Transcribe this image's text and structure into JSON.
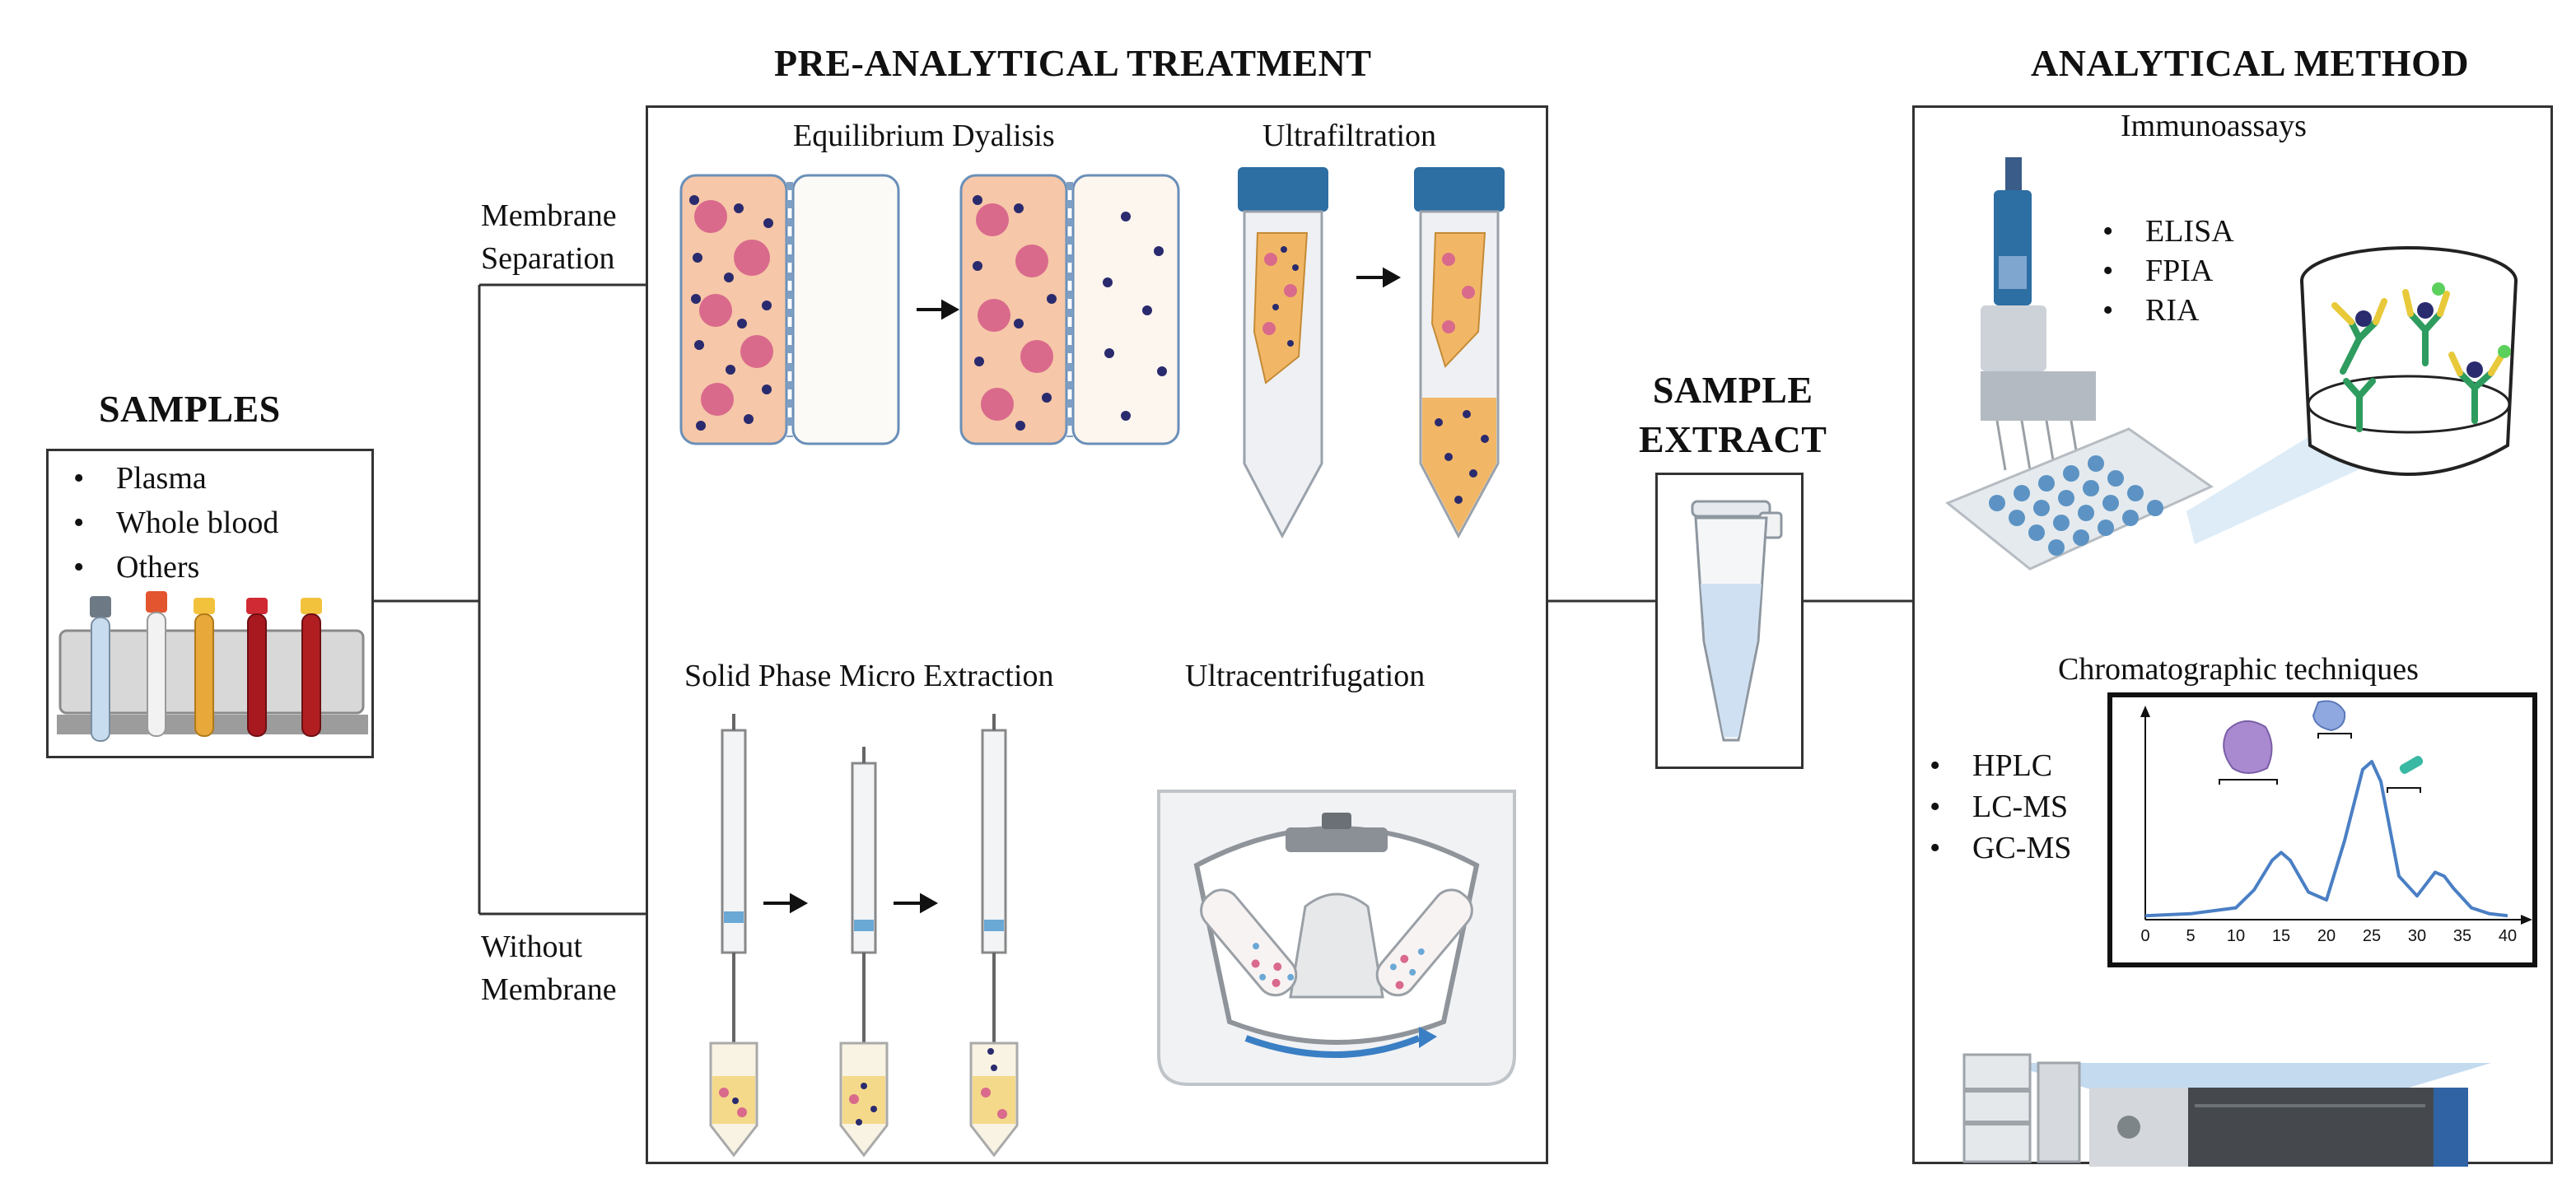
{
  "headers": {
    "pre_analytical": "PRE-ANALYTICAL TREATMENT",
    "analytical": "ANALYTICAL METHOD",
    "samples": "SAMPLES",
    "sample_extract_line1": "SAMPLE",
    "sample_extract_line2": "EXTRACT"
  },
  "samples": {
    "items": [
      "Plasma",
      "Whole blood",
      "Others"
    ]
  },
  "branches": {
    "membrane_line1": "Membrane",
    "membrane_line2": "Separation",
    "without_line1": "Without",
    "without_line2": "Membrane"
  },
  "methods": {
    "equilibrium_dialysis": "Equilibrium Dyalisis",
    "ultrafiltration": "Ultrafiltration",
    "spme": "Solid Phase Micro Extraction",
    "ultracentrifugation": "Ultracentrifugation"
  },
  "analytical": {
    "immunoassays": "Immunoassays",
    "immuno_items": [
      "ELISA",
      "FPIA",
      "RIA"
    ],
    "chromatographic": "Chromatographic techniques",
    "chrom_items": [
      "HPLC",
      "LC-MS",
      "GC-MS"
    ]
  },
  "chart_data": {
    "type": "line",
    "x_ticks": [
      "0",
      "5",
      "10",
      "15",
      "20",
      "25",
      "30",
      "35",
      "40"
    ],
    "xlim": [
      0,
      40
    ],
    "grid": false,
    "x": [
      0,
      5,
      10,
      12,
      14,
      15,
      16,
      18,
      20,
      22,
      24,
      25,
      26,
      28,
      30,
      31,
      32,
      33,
      34,
      36,
      38,
      40
    ],
    "y": [
      0.02,
      0.03,
      0.06,
      0.15,
      0.3,
      0.34,
      0.3,
      0.14,
      0.1,
      0.4,
      0.76,
      0.8,
      0.7,
      0.22,
      0.12,
      0.18,
      0.24,
      0.22,
      0.16,
      0.06,
      0.03,
      0.02
    ]
  },
  "colors": {
    "salmon": "#f6c7a8",
    "navy_dot": "#2a2a6e",
    "pink_protein": "#d96a8c",
    "cap_blue": "#2d6ea3",
    "tube_fill": "#f2b766",
    "chart_line": "#4a7fc4"
  }
}
